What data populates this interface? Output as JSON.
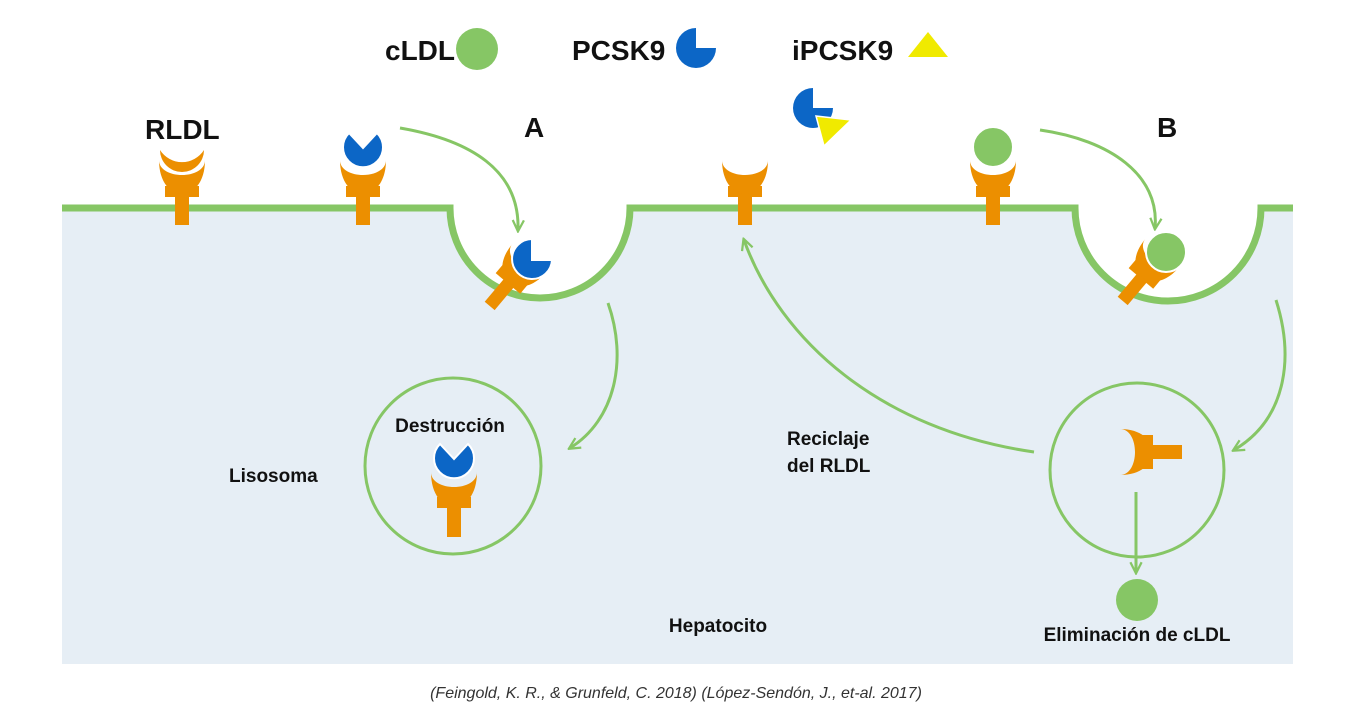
{
  "legend": {
    "cldl": "cLDL",
    "pcsk9": "PCSK9",
    "ipcsk9": "iPCSK9"
  },
  "labels": {
    "rldl": "RLDL",
    "panel_a": "A",
    "panel_b": "B",
    "destruccion": "Destrucción",
    "lisosoma": "Lisosoma",
    "reciclaje_line1": "Reciclaje",
    "reciclaje_line2": "del RLDL",
    "hepatocito": "Hepatocito",
    "eliminacion": "Eliminación de cLDL"
  },
  "citation": "(Feingold, K. R., & Grunfeld, C. 2018) (López-Sendón, J., et-al. 2017)",
  "colors": {
    "cell_fill": "#e6eef5",
    "membrane": "#86c665",
    "receptor": "#ec8f00",
    "pcsk9": "#0c66c6",
    "cldl": "#86c665",
    "ipcsk9": "#f0ea00",
    "arrow": "#86c665"
  }
}
